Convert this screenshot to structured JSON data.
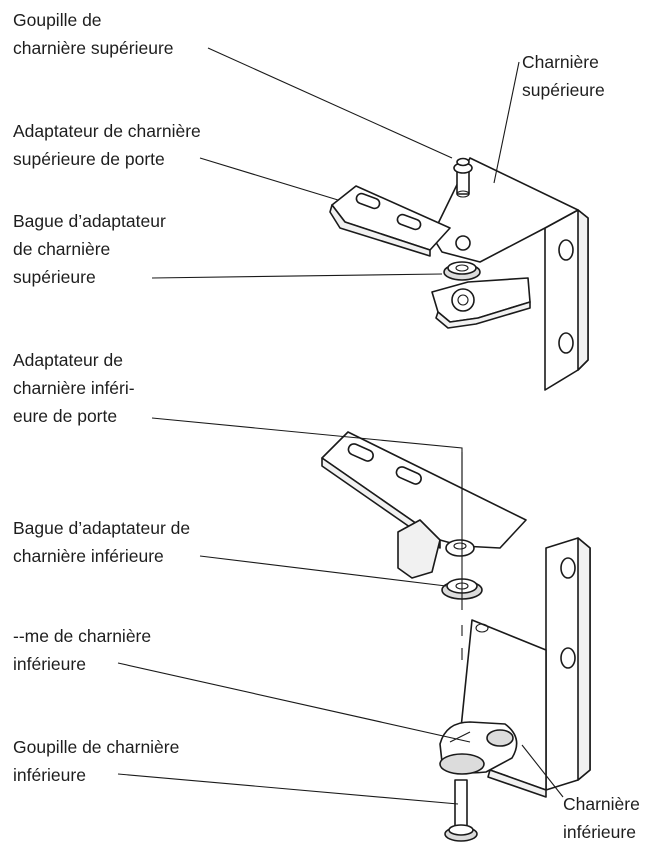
{
  "labels": {
    "upper_pin": [
      "Goupille de",
      "charnière supérieure"
    ],
    "upper_hinge": [
      "Charnière",
      "supérieure"
    ],
    "upper_adapter": [
      "Adaptateur de charnière",
      "supérieure de porte"
    ],
    "upper_bushing": [
      "Bague d’adaptateur",
      "de charnière",
      "supérieure"
    ],
    "lower_adapter": [
      "Adaptateur de",
      "charnière inféri-",
      "eure de porte"
    ],
    "lower_bushing": [
      "Bague d’adaptateur de",
      "charnière inférieure"
    ],
    "lower_cam": [
      "--me de charnière",
      "inférieure"
    ],
    "lower_pin": [
      "Goupille de charnière",
      "inférieure"
    ],
    "lower_hinge": [
      "Charnière",
      "inférieure"
    ]
  }
}
